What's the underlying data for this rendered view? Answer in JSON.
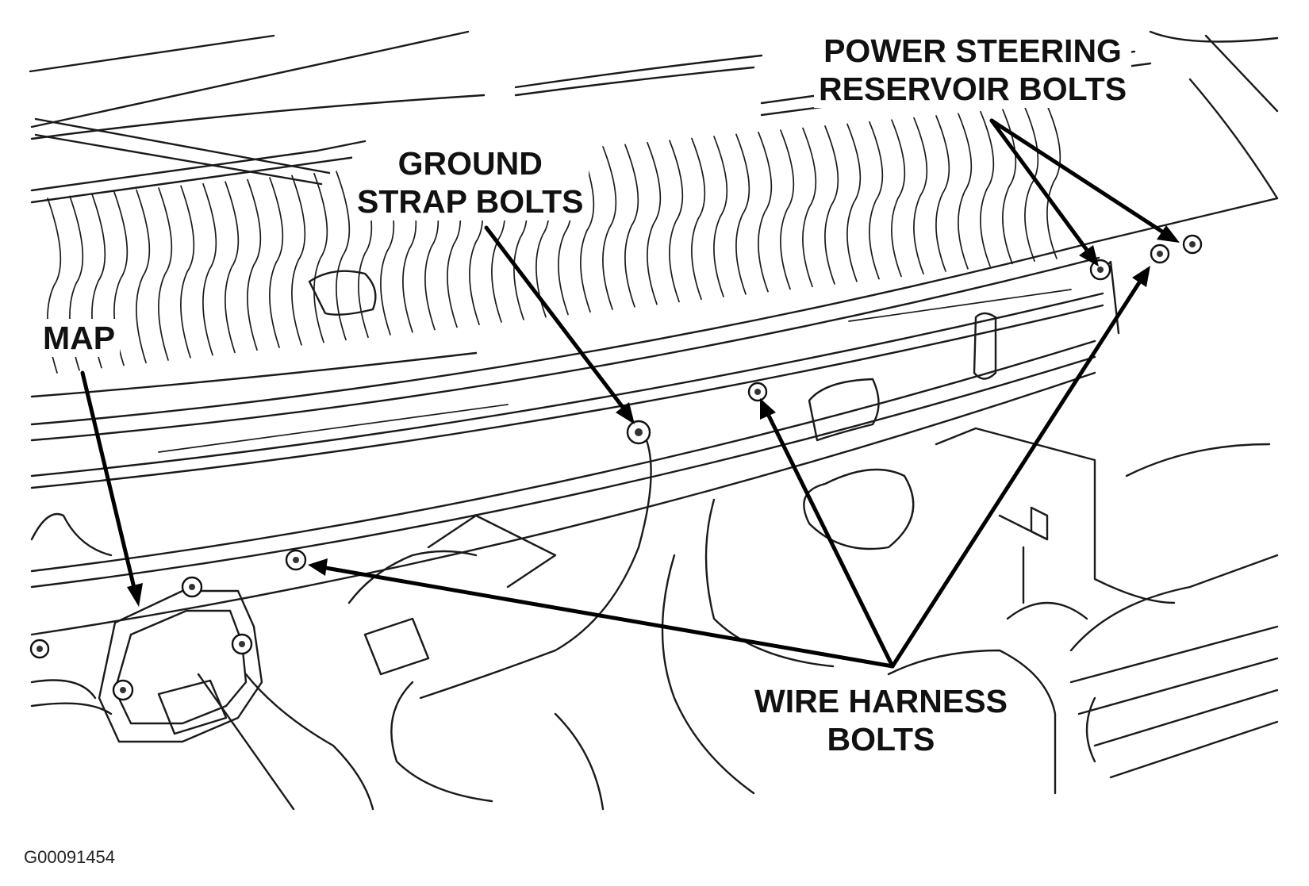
{
  "labels": {
    "power_steering": [
      "POWER STEERING",
      "RESERVOIR BOLTS"
    ],
    "ground_strap": [
      "GROUND",
      "STRAP BOLTS"
    ],
    "map": "MAP",
    "wire_harness": [
      "WIRE HARNESS",
      "BOLTS"
    ]
  },
  "figure_id": "G00091454"
}
